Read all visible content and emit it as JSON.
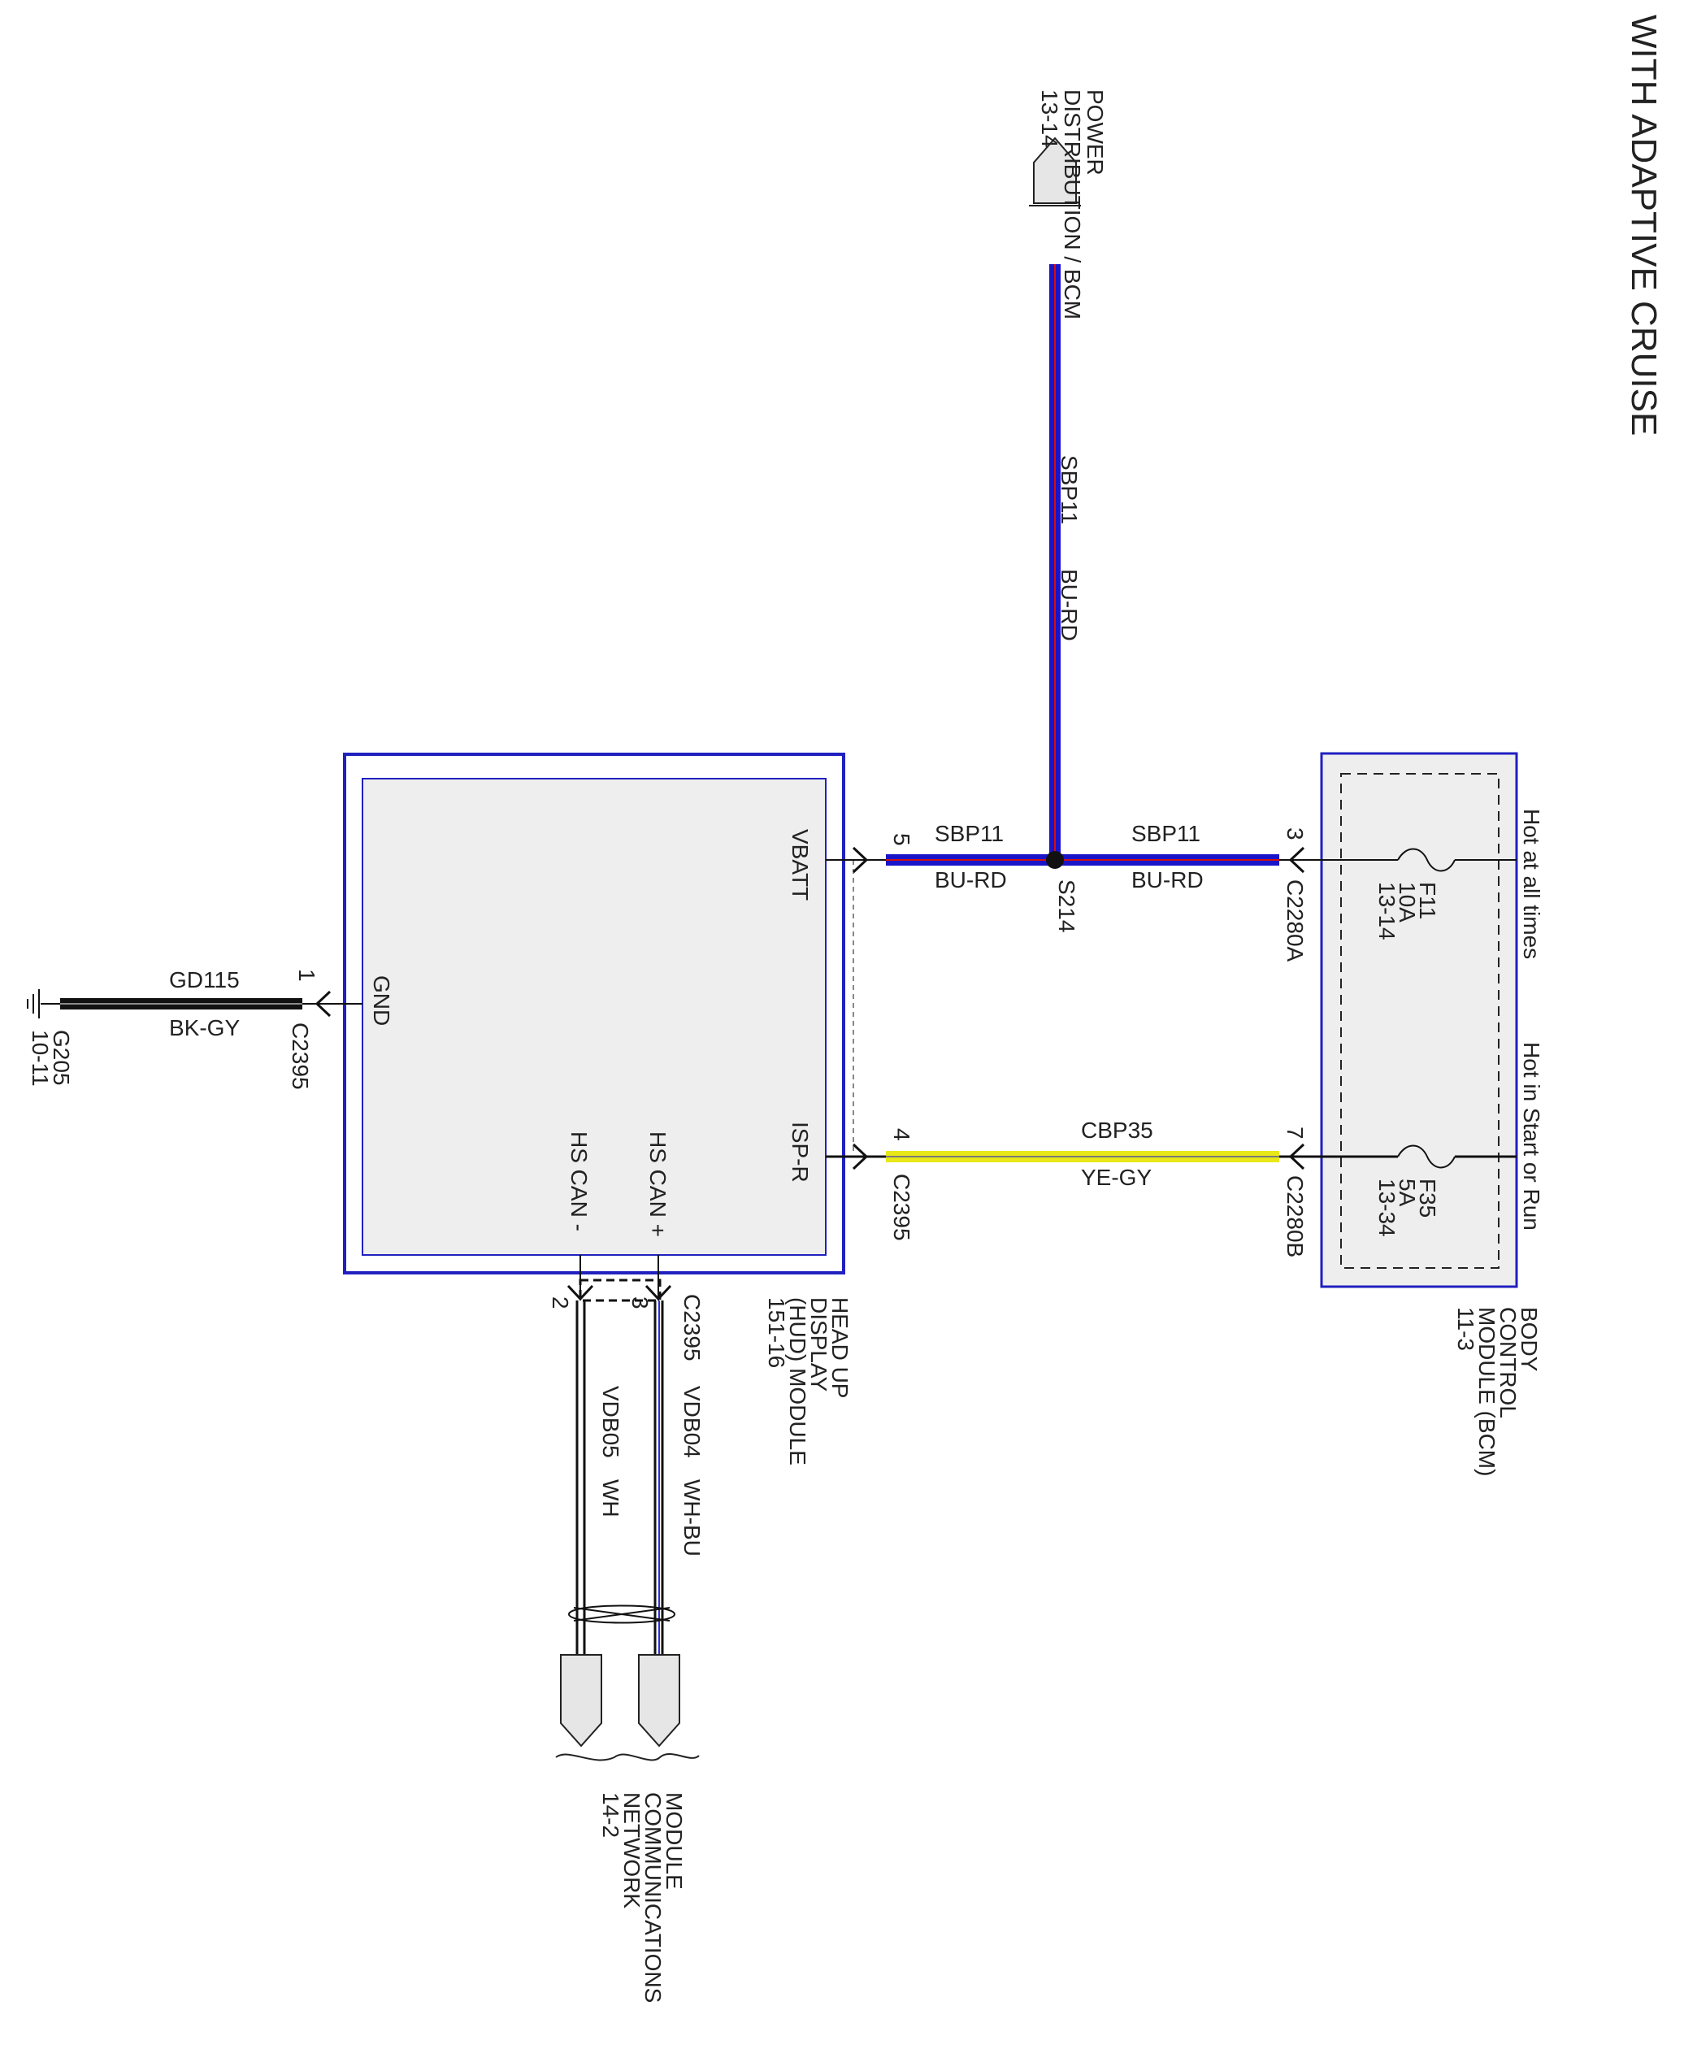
{
  "title": "WITH ADAPTIVE CRUISE",
  "colors": {
    "wire_blue": "#1a14c8",
    "wire_red_tracer": "#d01010",
    "wire_yellow": "#e8e818",
    "wire_gray_tracer": "#7a7a7a",
    "wire_black": "#111111",
    "module_fill": "#eeeeee",
    "module_border": "#2020c0"
  },
  "power_distribution": {
    "lines": [
      "POWER",
      "DISTRIBUTION / BCM"
    ],
    "ref": "13-14"
  },
  "top_wire": {
    "circuit": "SBP11",
    "color": "BU-RD"
  },
  "hud": {
    "name_lines": [
      "HEAD UP",
      "DISPLAY",
      "(HUD) MODULE"
    ],
    "ref": "151-16",
    "pins": {
      "vbatt": "VBATT",
      "gnd": "GND",
      "ispr": "ISP-R",
      "hs_can_plus": "HS CAN +",
      "hs_can_minus": "HS CAN -"
    }
  },
  "bcm": {
    "name_lines": [
      "BODY",
      "CONTROL",
      "MODULE (BCM)"
    ],
    "ref": "11-3",
    "hot_always": "Hot at all times",
    "hot_start_run": "Hot in Start or Run",
    "fuse1": {
      "id": "F11",
      "rating": "10A",
      "ref": "13-14"
    },
    "fuse2": {
      "id": "F35",
      "rating": "5A",
      "ref": "13-34"
    }
  },
  "wire_vbatt": {
    "pin_hud": "5",
    "circuit_left": "SBP11",
    "color_left": "BU-RD",
    "splice": "S214",
    "circuit_right": "SBP11",
    "color_right": "BU-RD",
    "pin_bcm": "3",
    "connector_bcm": "C2280A"
  },
  "wire_ispr": {
    "pin_hud": "4",
    "connector_hud": "C2395",
    "circuit": "CBP35",
    "color": "YE-GY",
    "pin_bcm": "7",
    "connector_bcm": "C2280B"
  },
  "wire_gnd": {
    "pin": "1",
    "connector": "C2395",
    "circuit": "GD115",
    "color": "BK-GY",
    "ground": "G205",
    "ground_ref": "10-11"
  },
  "can_wires": {
    "connector": "C2395",
    "pin_minus": "2",
    "pin_plus": "3",
    "circuit_minus": "VDB05",
    "color_minus": "WH",
    "circuit_plus": "VDB04",
    "color_plus": "WH-BU"
  },
  "network": {
    "lines": [
      "MODULE",
      "COMMUNICATIONS",
      "NETWORK"
    ],
    "ref": "14-2"
  }
}
